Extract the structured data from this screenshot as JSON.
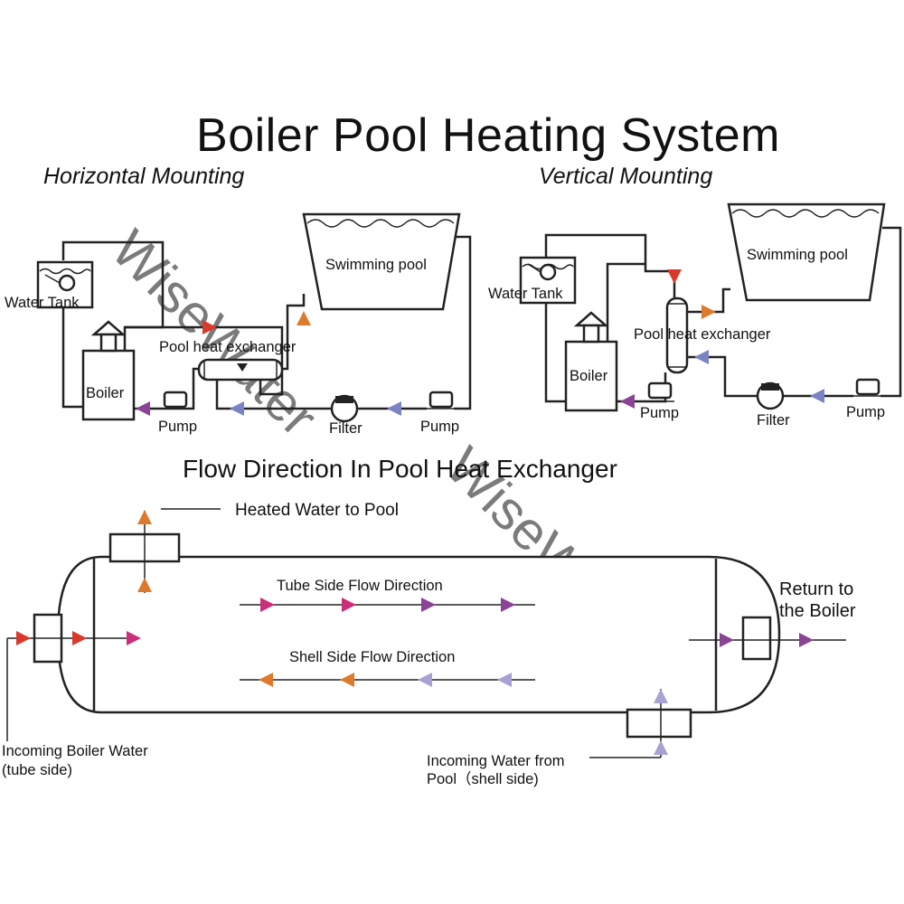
{
  "title": "Boiler Pool Heating System",
  "watermark": "WiseWater",
  "colors": {
    "title_green": "#17943d",
    "section_green": "#1d9a3e",
    "arrow_red": "#d8392b",
    "arrow_magenta": "#cc2f7a",
    "arrow_purple": "#8a4494",
    "arrow_orange": "#dd7a2d",
    "arrow_lavender": "#a8a2d2",
    "arrow_slate": "#7b83c4"
  },
  "horizontal": {
    "heading": "Horizontal Mounting",
    "water_tank": "Water Tank",
    "boiler": "Boiler",
    "pump_left": "Pump",
    "heat_exchanger": "Pool heat exchanger",
    "filter": "Filter",
    "pump_right": "Pump",
    "pool": "Swimming pool"
  },
  "vertical": {
    "heading": "Vertical Mounting",
    "water_tank": "Water Tank",
    "boiler": "Boiler",
    "pump_left": "Pump",
    "heat_exchanger": "Pool heat exchanger",
    "filter": "Filter",
    "pump_right": "Pump",
    "pool": "Swimming pool"
  },
  "flow": {
    "heading": "Flow Direction  In Pool Heat Exchanger",
    "heated_water": "Heated Water to Pool",
    "tube_side": "Tube Side  Flow  Direction",
    "shell_side": "Shell Side Flow Direction",
    "return_line1": "Return to",
    "return_line2": "the  Boiler",
    "incoming_boiler_line1": "Incoming Boiler Water",
    "incoming_boiler_line2": "(tube side)",
    "incoming_pool_line1": "Incoming Water from",
    "incoming_pool_line2": "Pool（shell side)"
  }
}
